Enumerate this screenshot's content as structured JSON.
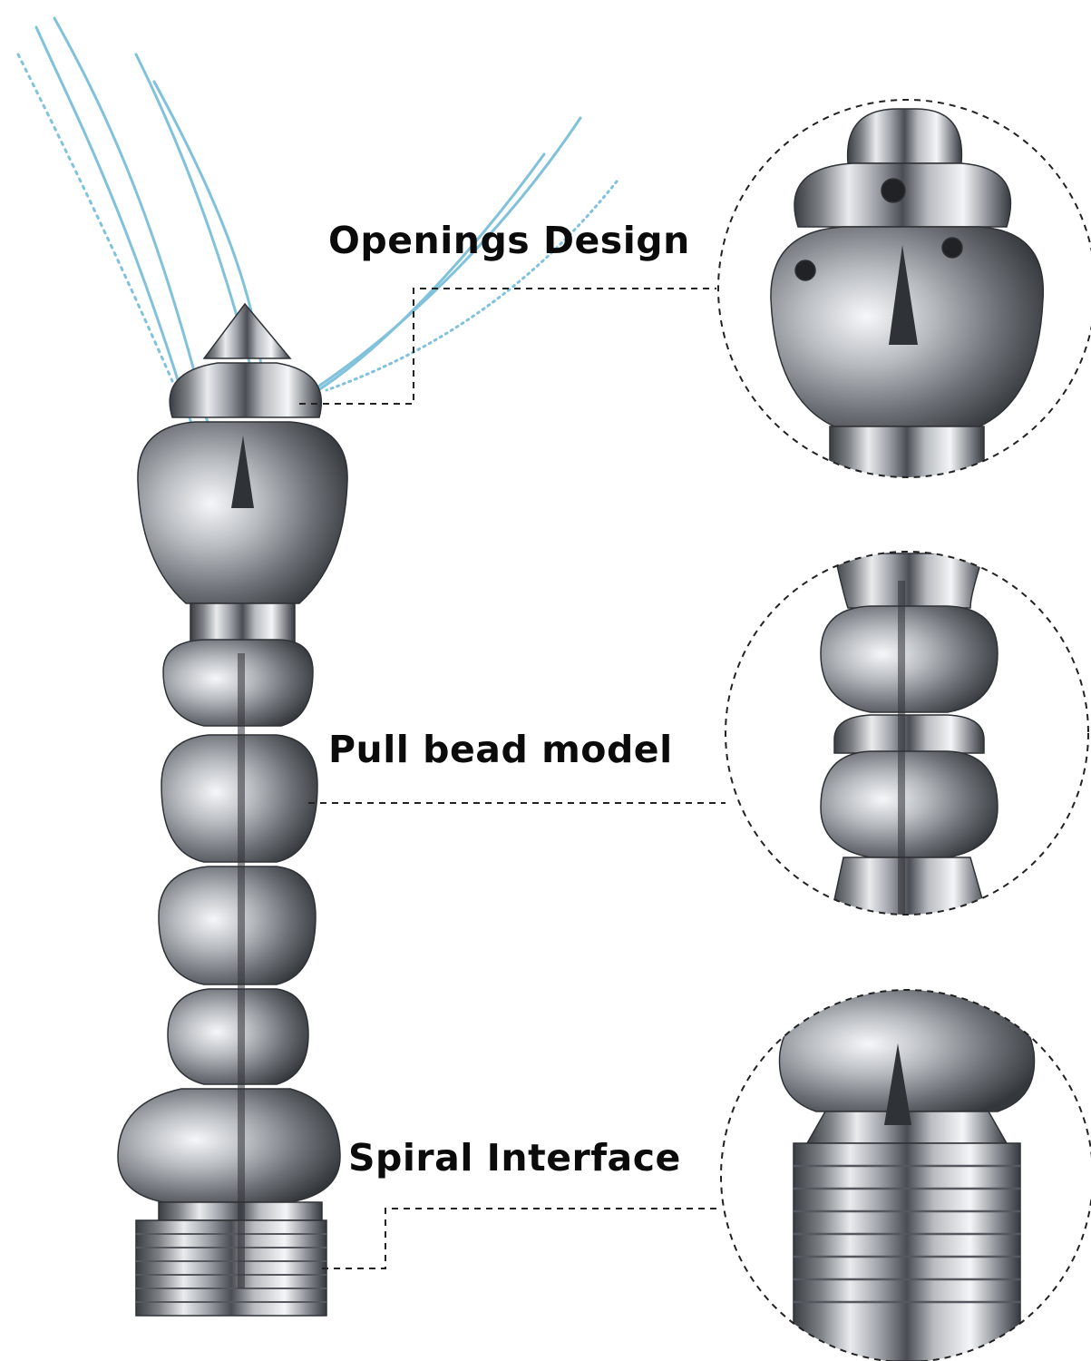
{
  "callouts": {
    "openings": "Openings Design",
    "pull_bead": "Pull bead model",
    "spiral": "Spiral Interface"
  },
  "colors": {
    "background": "#ffffff",
    "metal_dark": "#3c3f44",
    "metal_mid": "#8e9298",
    "metal_light": "#eef0f2",
    "water": "#6ab7d6",
    "dash": "#222222"
  }
}
